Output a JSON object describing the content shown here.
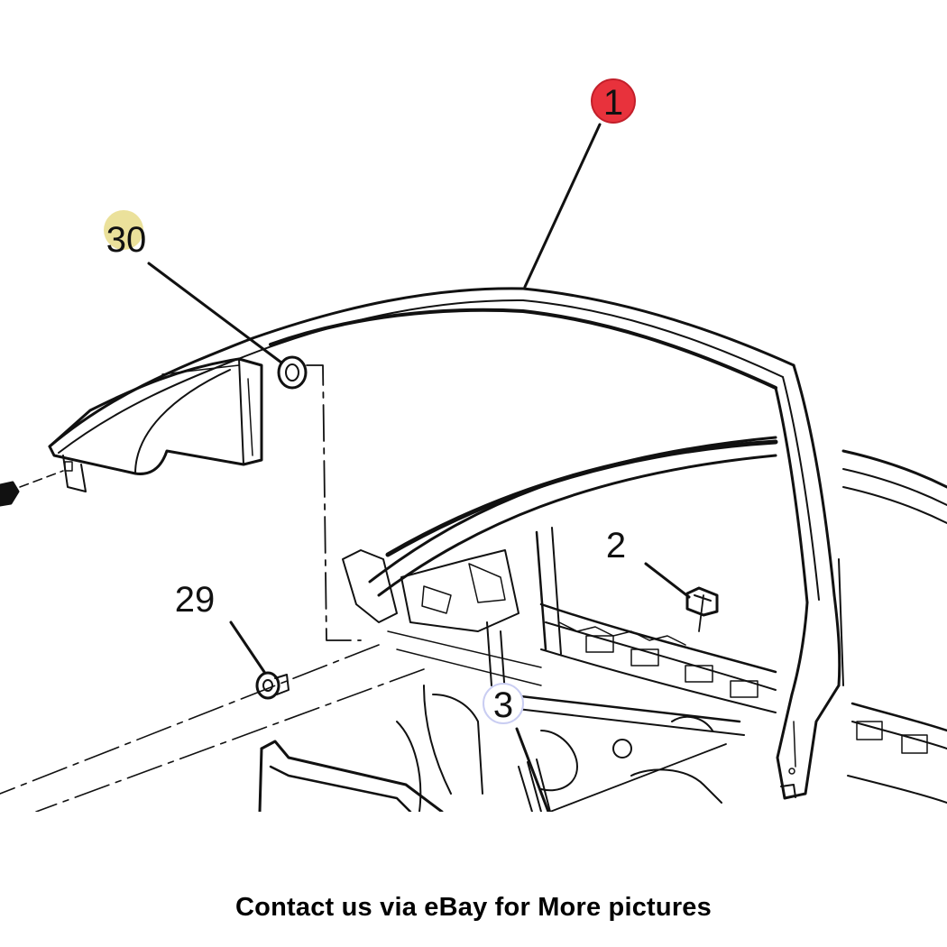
{
  "diagram": {
    "callouts": [
      {
        "id": "callout-1",
        "label": "1",
        "marker_color": "#e8323c"
      },
      {
        "id": "callout-30",
        "label": "30",
        "marker_color": "#e7dc8a"
      },
      {
        "id": "callout-29",
        "label": "29"
      },
      {
        "id": "callout-2",
        "label": "2"
      },
      {
        "id": "callout-3",
        "label": "3",
        "marker_color": "#c9cdf2"
      }
    ],
    "line_color": "#111111"
  },
  "footer": {
    "text": "Contact us via eBay for More pictures"
  }
}
